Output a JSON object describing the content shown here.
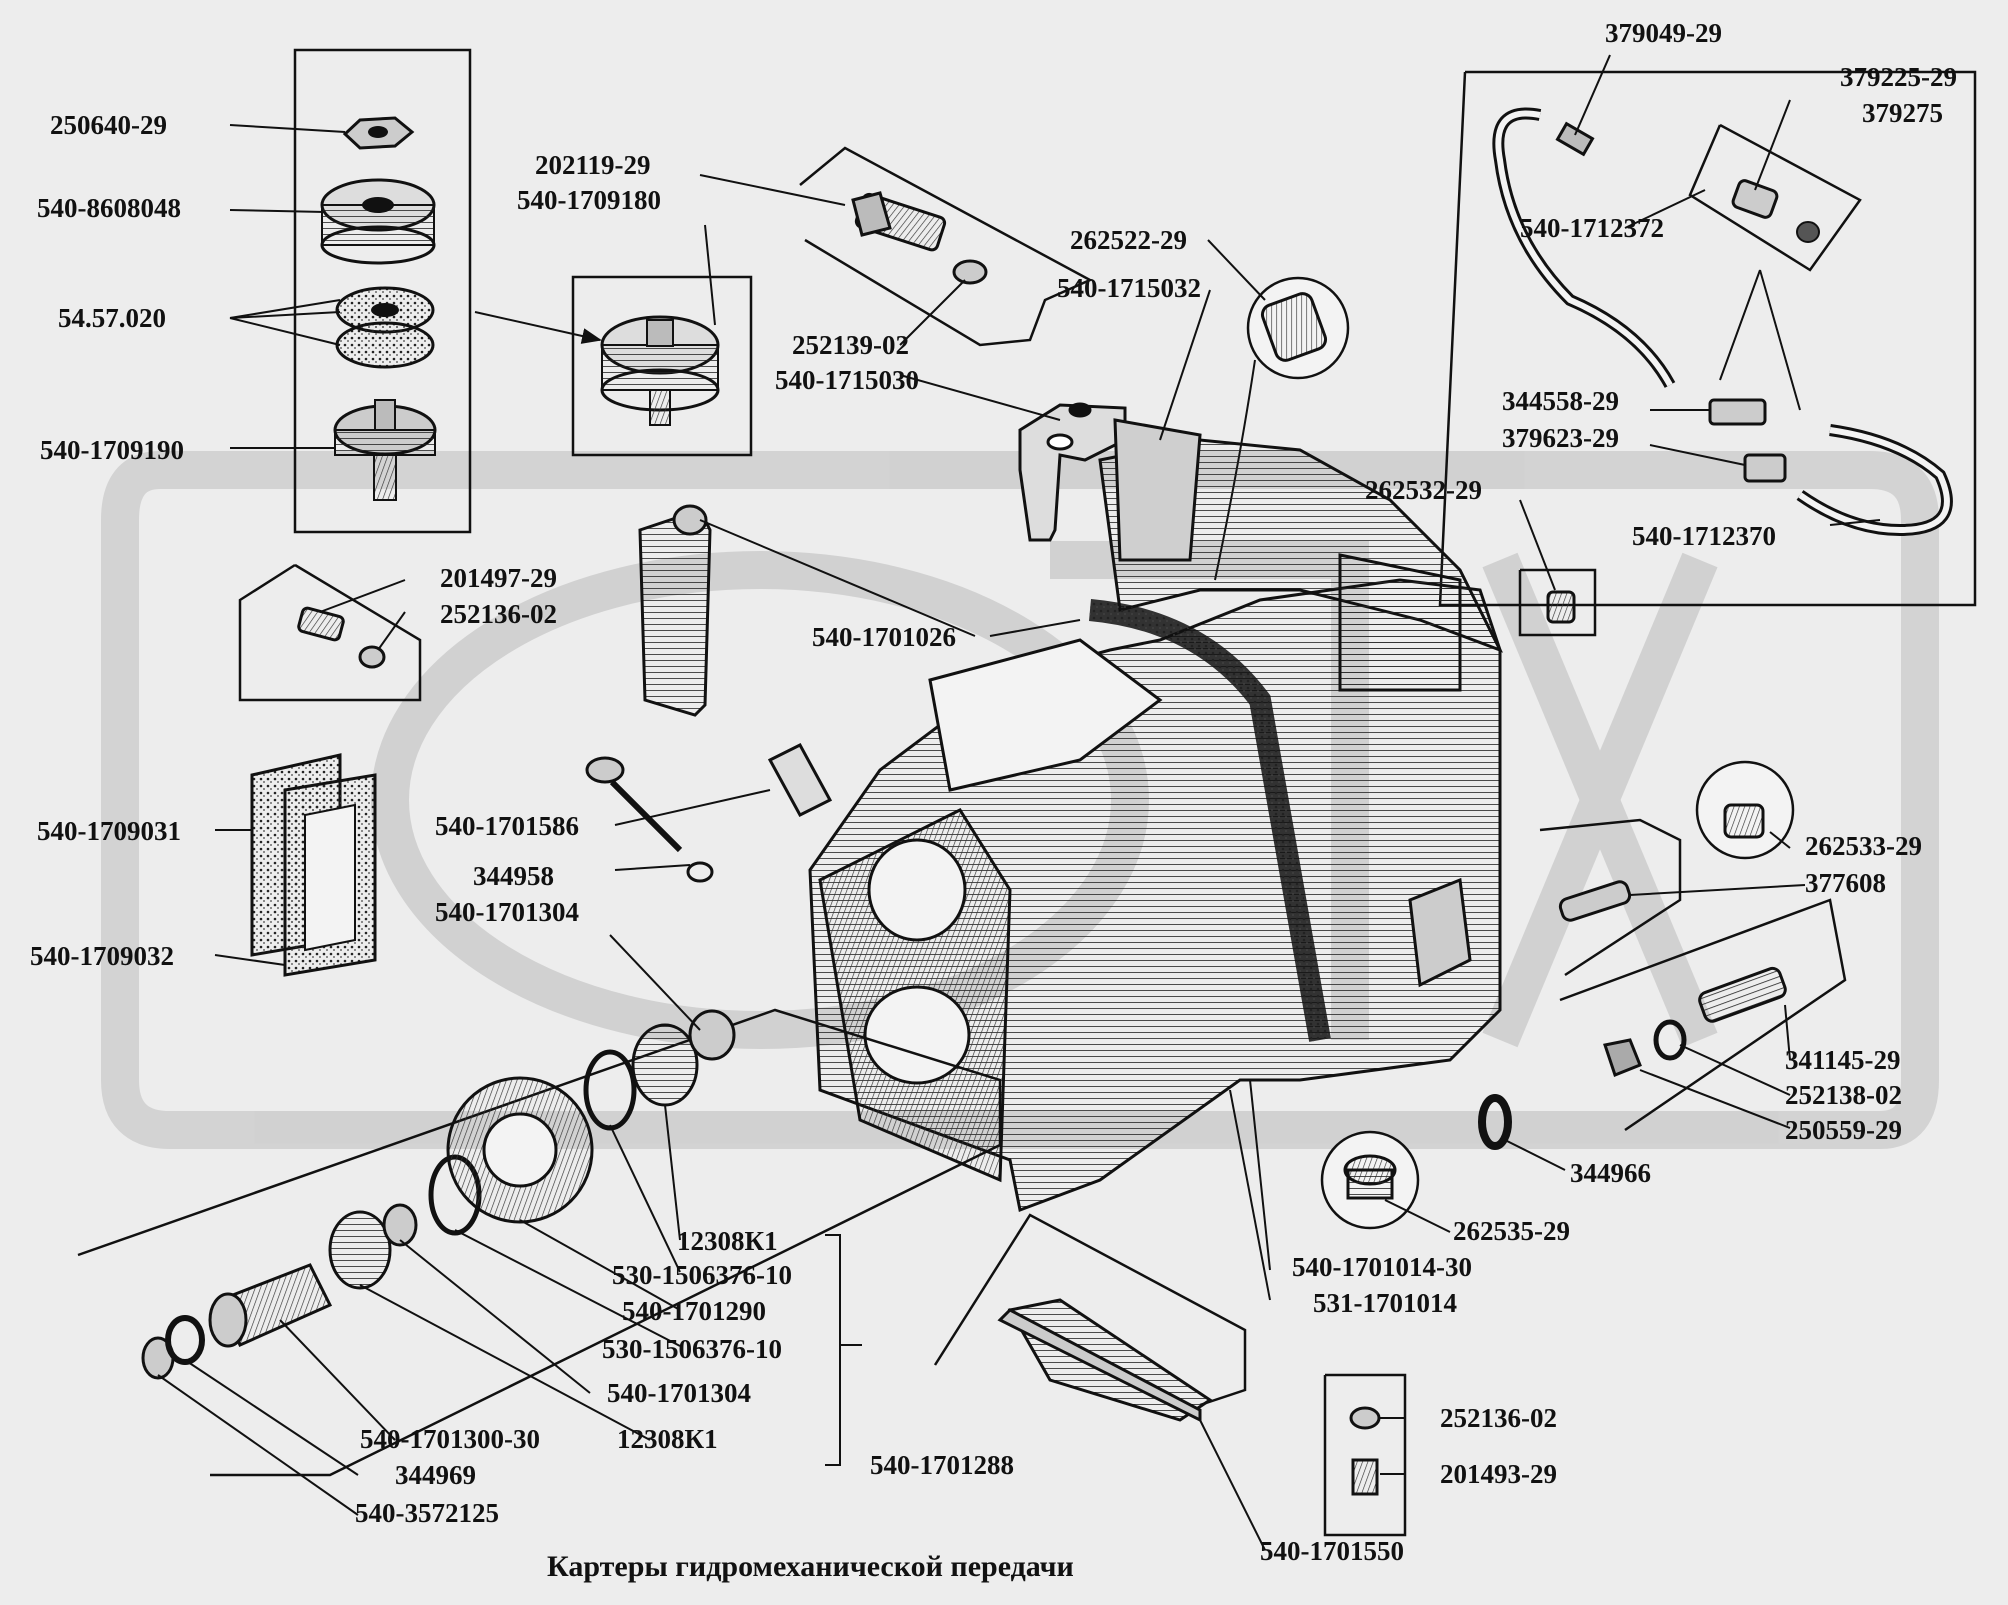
{
  "caption": "Картеры гидромеханической передачи",
  "colors": {
    "background": "#ededed",
    "ink": "#111111",
    "watermark": "#cfcfcf"
  },
  "labels": {
    "l250640": "250640-29",
    "l8608048": "540-8608048",
    "l5457020": "54.57.020",
    "l1709190": "540-1709190",
    "l202119": "202119-29",
    "l1709180": "540-1709180",
    "l252139": "252139-02",
    "l1715030": "540-1715030",
    "l262522": "262522-29",
    "l1715032": "540-1715032",
    "l379049": "379049-29",
    "l379225": "379225-29",
    "l379275": "379275",
    "l1712372": "540-1712372",
    "l344558": "344558-29",
    "l379623": "379623-29",
    "l1712370": "540-1712370",
    "l262532": "262532-29",
    "l201497": "201497-29",
    "l252136a": "252136-02",
    "l1701026": "540-1701026",
    "l1709031": "540-1709031",
    "l1709032": "540-1709032",
    "l1701586": "540-1701586",
    "l344958": "344958",
    "l1701304a": "540-1701304",
    "l262533": "262533-29",
    "l377608": "377608",
    "l341145": "341145-29",
    "l252138": "252138-02",
    "l250559": "250559-29",
    "l344966": "344966",
    "l262535": "262535-29",
    "l1701014_30": "540-1701014-30",
    "l531_1701014": "531-1701014",
    "l12308k1a": "12308К1",
    "l1506376a": "530-1506376-10",
    "l1701290": "540-1701290",
    "l1506376b": "530-1506376-10",
    "l1701304b": "540-1701304",
    "l12308k1b": "12308К1",
    "l1701288": "540-1701288",
    "l1701300": "540-1701300-30",
    "l344969": "344969",
    "l3572125": "540-3572125",
    "l252136b": "252136-02",
    "l201493": "201493-29",
    "l1701550": "540-1701550"
  }
}
